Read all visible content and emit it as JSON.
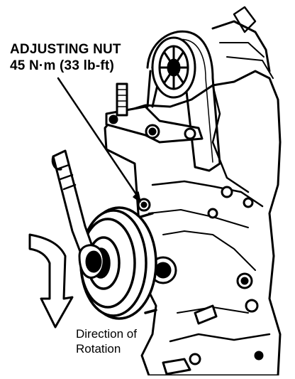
{
  "callout": {
    "line1": "ADJUSTING NUT",
    "line2": "45 N·m (33 lb-ft)"
  },
  "caption": {
    "line1": "Direction of",
    "line2": "Rotation"
  },
  "colors": {
    "ink": "#000000",
    "paper": "#ffffff"
  },
  "figure": {
    "parts": [
      "engine-block",
      "timing-belt",
      "camshaft-pulley",
      "crankshaft-pulley",
      "adjusting-nut",
      "wrench",
      "rotation-arrow",
      "leader-line"
    ]
  }
}
